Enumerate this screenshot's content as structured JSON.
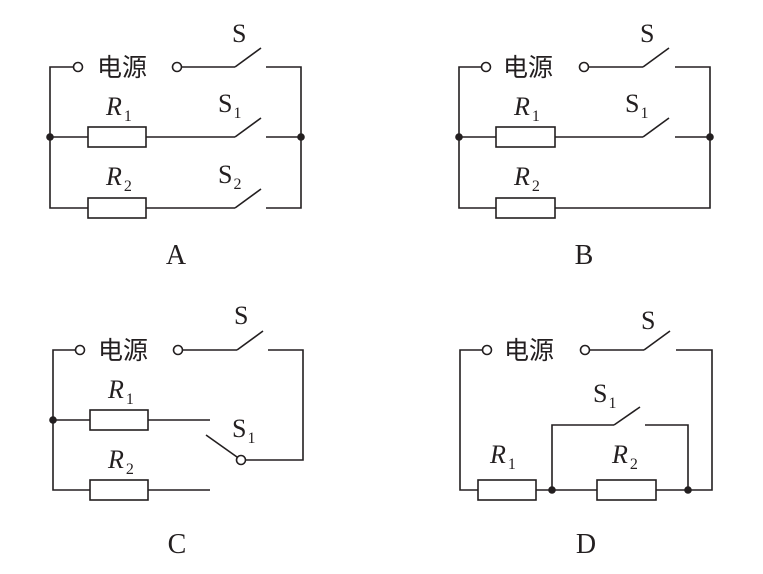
{
  "figure": {
    "description": "Four circuit diagrams with power source, switches S/S1/S2 and resistors R1/R2",
    "power_source_label": "电源",
    "switch_main": "S",
    "switch_1_base": "S",
    "switch_1_sub": "1",
    "switch_2_base": "S",
    "switch_2_sub": "2",
    "resistor_base": "R",
    "resistor_1_sub": "1",
    "resistor_2_sub": "2"
  },
  "circuits": [
    {
      "id": "A",
      "caption": "A"
    },
    {
      "id": "B",
      "caption": "B"
    },
    {
      "id": "C",
      "caption": "C"
    },
    {
      "id": "D",
      "caption": "D"
    }
  ],
  "colors": {
    "ink": "#231f20",
    "background": "#ffffff"
  }
}
